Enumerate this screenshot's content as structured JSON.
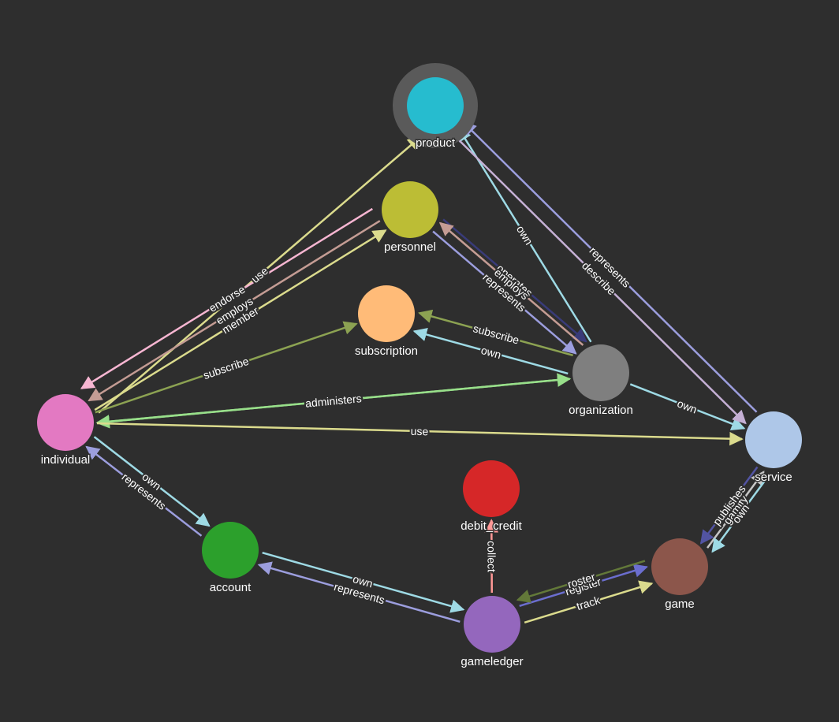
{
  "graph": {
    "background": "#2e2e2e",
    "label_color": "#ffffff",
    "selected_node": "product",
    "nodes": [
      {
        "id": "product",
        "label": "product",
        "color": "#26bccf"
      },
      {
        "id": "personnel",
        "label": "personnel",
        "color": "#bcbd35"
      },
      {
        "id": "subscription",
        "label": "subscription",
        "color": "#ffbb78"
      },
      {
        "id": "organization",
        "label": "organization",
        "color": "#7f7f7f"
      },
      {
        "id": "individual",
        "label": "individual",
        "color": "#e379c2"
      },
      {
        "id": "service",
        "label": "service",
        "color": "#aec7e8"
      },
      {
        "id": "debit_credit",
        "label": "debit_credit",
        "color": "#d62728"
      },
      {
        "id": "account",
        "label": "account",
        "color": "#2ca02c"
      },
      {
        "id": "game",
        "label": "game",
        "color": "#8c564b"
      },
      {
        "id": "gameledger",
        "label": "gameledger",
        "color": "#9467bd"
      }
    ],
    "edges": [
      {
        "source": "individual",
        "target": "product",
        "label": "use",
        "color": "#dbdb8d"
      },
      {
        "source": "individual",
        "target": "personnel",
        "label": "member",
        "color": "#dbdb8d"
      },
      {
        "source": "personnel",
        "target": "individual",
        "label": "employs",
        "color": "#c49c94"
      },
      {
        "source": "personnel",
        "target": "individual",
        "label": "endorse",
        "color": "#f7b6d2"
      },
      {
        "source": "individual",
        "target": "subscription",
        "label": "subscribe",
        "color": "#8ca252"
      },
      {
        "source": "individual",
        "target": "organization",
        "label": "administers",
        "color": "#98df8a"
      },
      {
        "source": "organization",
        "target": "individual",
        "label": "administers",
        "color": "#98df8a"
      },
      {
        "source": "individual",
        "target": "service",
        "label": "use",
        "color": "#dbdb8d"
      },
      {
        "source": "individual",
        "target": "account",
        "label": "own",
        "color": "#9edae5"
      },
      {
        "source": "account",
        "target": "individual",
        "label": "represents",
        "color": "#9c9ede"
      },
      {
        "source": "personnel",
        "target": "organization",
        "label": "operates",
        "color": "#393b79"
      },
      {
        "source": "personnel",
        "target": "organization",
        "label": "represents",
        "color": "#9c9ede"
      },
      {
        "source": "organization",
        "target": "personnel",
        "label": "employs",
        "color": "#c49c94"
      },
      {
        "source": "organization",
        "target": "product",
        "label": "own",
        "color": "#9edae5"
      },
      {
        "source": "organization",
        "target": "subscription",
        "label": "subscribe",
        "color": "#8ca252"
      },
      {
        "source": "organization",
        "target": "subscription",
        "label": "own",
        "color": "#9edae5"
      },
      {
        "source": "organization",
        "target": "service",
        "label": "own",
        "color": "#9edae5"
      },
      {
        "source": "product",
        "target": "service",
        "label": "describe",
        "color": "#c5b0d5"
      },
      {
        "source": "service",
        "target": "product",
        "label": "represents",
        "color": "#9c9ede"
      },
      {
        "source": "account",
        "target": "gameledger",
        "label": "own",
        "color": "#9edae5"
      },
      {
        "source": "gameledger",
        "target": "account",
        "label": "represents",
        "color": "#9c9ede"
      },
      {
        "source": "gameledger",
        "target": "debit_credit",
        "label": "collect",
        "color": "#ff9896"
      },
      {
        "source": "gameledger",
        "target": "game",
        "label": "register",
        "color": "#6b6ecf"
      },
      {
        "source": "gameledger",
        "target": "game",
        "label": "track",
        "color": "#dbdb8d"
      },
      {
        "source": "game",
        "target": "gameledger",
        "label": "roster",
        "color": "#637939"
      },
      {
        "source": "game",
        "target": "service",
        "label": "gamify",
        "color": "#c7c7c7"
      },
      {
        "source": "service",
        "target": "game",
        "label": "publishes",
        "color": "#5254a3"
      },
      {
        "source": "service",
        "target": "game",
        "label": "own",
        "color": "#9edae5"
      }
    ]
  }
}
